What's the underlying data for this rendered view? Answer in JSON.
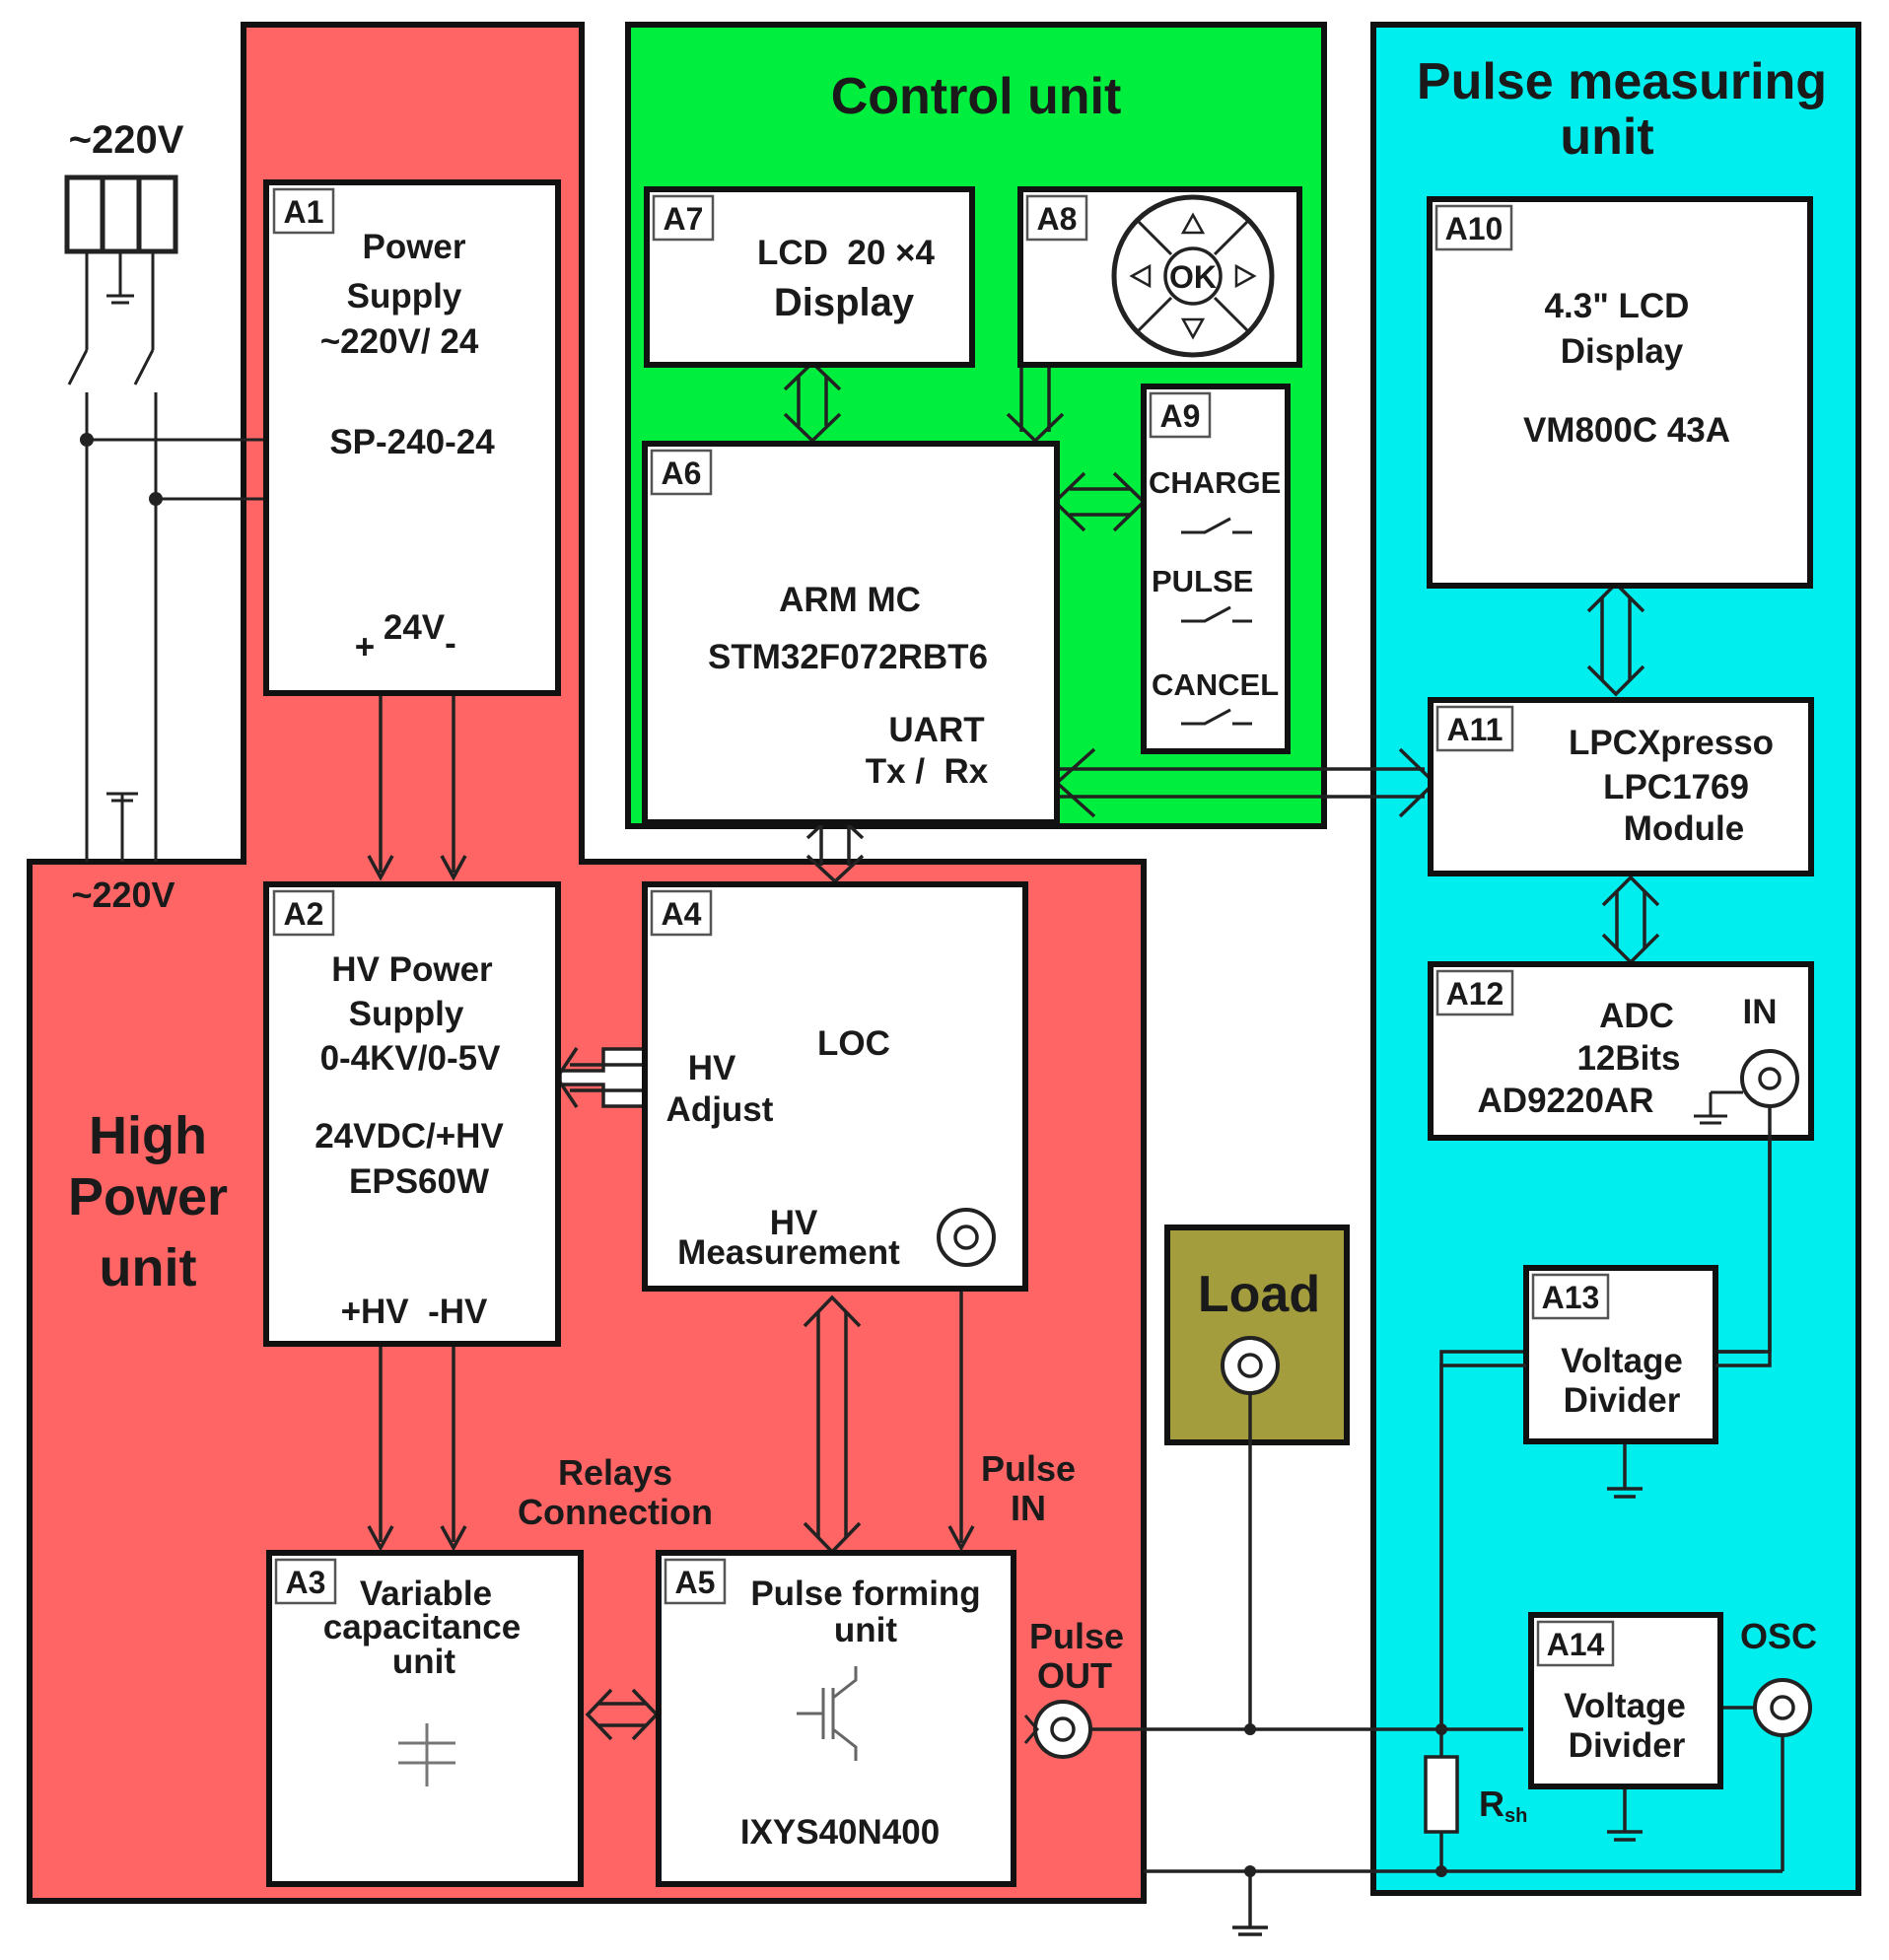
{
  "colors": {
    "high_power": "#ff6565",
    "control": "#00ee3d",
    "pulse_measuring": "#00eeee",
    "load": "#a39d3e"
  },
  "mains": {
    "top_label": "~220V",
    "bottom_label": "~220V"
  },
  "units": {
    "control": [
      "Control unit"
    ],
    "pulse_measuring": [
      "Pulse measuring",
      "unit"
    ],
    "high_power": [
      "High",
      "Power",
      "unit"
    ],
    "load": [
      "Load"
    ]
  },
  "blocks": {
    "a1": {
      "tag": "A1",
      "lines": [
        "Power",
        "Supply",
        "~220V/ 24",
        "SP-240-24"
      ],
      "terminals": [
        "+",
        "24V",
        "-"
      ]
    },
    "a2": {
      "tag": "A2",
      "lines": [
        "HV Power",
        "Supply",
        "0-4KV/0-5V",
        "24VDC/+HV",
        "EPS60W",
        "+HV  -HV"
      ]
    },
    "a3": {
      "tag": "A3",
      "lines": [
        "Variable",
        "capacitance",
        "unit"
      ],
      "icon": "capacitor-icon"
    },
    "a4": {
      "tag": "A4",
      "lines": [
        "LOC",
        "HV",
        "Adjust",
        "HV",
        "Measurement"
      ],
      "icon": "coax-connector-icon"
    },
    "a5": {
      "tag": "A5",
      "lines": [
        "Pulse forming",
        "unit",
        "IXYS40N400"
      ],
      "icon": "igbt-transistor-icon"
    },
    "a6": {
      "tag": "A6",
      "lines": [
        "ARM MC",
        "STM32F072RBT6",
        "UART",
        "Tx /  Rx"
      ]
    },
    "a7": {
      "tag": "A7",
      "lines": [
        "LCD  20 ×4",
        "Display"
      ]
    },
    "a8": {
      "tag": "A8",
      "keypad_label": "OK",
      "icon": "dpad-keypad-icon"
    },
    "a9": {
      "tag": "A9",
      "buttons": [
        "CHARGE",
        "PULSE",
        "CANCEL"
      ],
      "icon": "switch-icon"
    },
    "a10": {
      "tag": "A10",
      "lines": [
        "4.3\" LCD",
        "Display",
        "VM800C 43A"
      ]
    },
    "a11": {
      "tag": "A11",
      "lines": [
        "LPCXpresso",
        "LPC1769",
        "Module"
      ]
    },
    "a12": {
      "tag": "A12",
      "lines": [
        "ADC",
        "12Bits",
        "AD9220AR",
        "IN"
      ]
    },
    "a13": {
      "tag": "A13",
      "lines": [
        "Voltage",
        "Divider"
      ]
    },
    "a14": {
      "tag": "A14",
      "lines": [
        "Voltage",
        "Divider"
      ]
    }
  },
  "labels": {
    "relays": [
      "Relays",
      "Connection"
    ],
    "pulse_in": [
      "Pulse",
      "IN"
    ],
    "pulse_out": [
      "Pulse",
      "OUT"
    ],
    "osc": "OSC",
    "rsh_main": "R",
    "rsh_sub": "sh"
  }
}
